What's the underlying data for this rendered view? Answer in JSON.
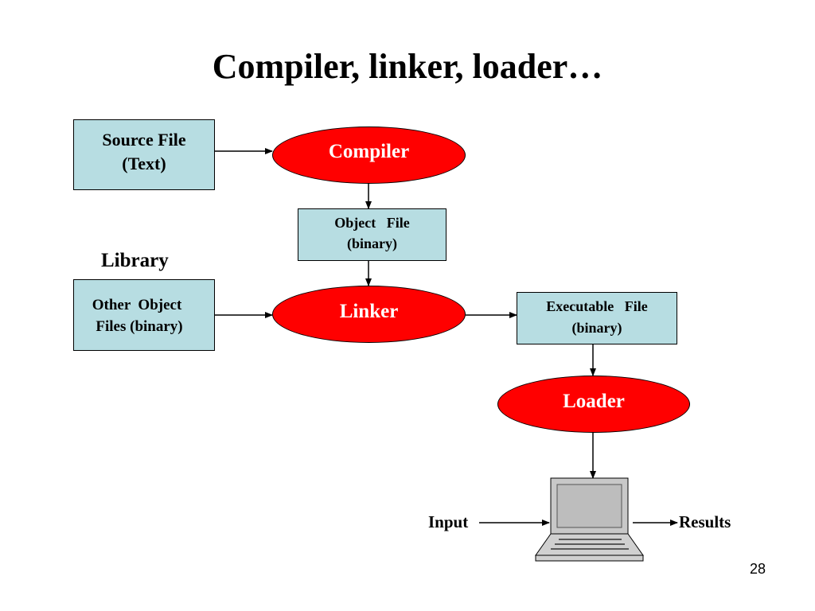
{
  "slide": {
    "title": "Compiler, linker, loader…",
    "page_number": "28"
  },
  "nodes": {
    "source_file": {
      "line1": "Source File",
      "line2": "(Text)"
    },
    "compiler": {
      "label": "Compiler"
    },
    "object_file": {
      "line1": "Object   File",
      "line2": "(binary)"
    },
    "library_label": "Library",
    "other_object_files": {
      "line1": "Other  Object",
      "line2": "Files (binary)"
    },
    "linker": {
      "label": "Linker"
    },
    "executable_file": {
      "line1": "Executable   File",
      "line2": "(binary)"
    },
    "loader": {
      "label": "Loader"
    },
    "computer": {
      "icon": "laptop-icon",
      "input_label": "Input",
      "results_label": "Results"
    }
  },
  "colors": {
    "box_fill": "#b7dde2",
    "ellipse_fill": "#ff0000",
    "ellipse_text": "#ffffff"
  }
}
